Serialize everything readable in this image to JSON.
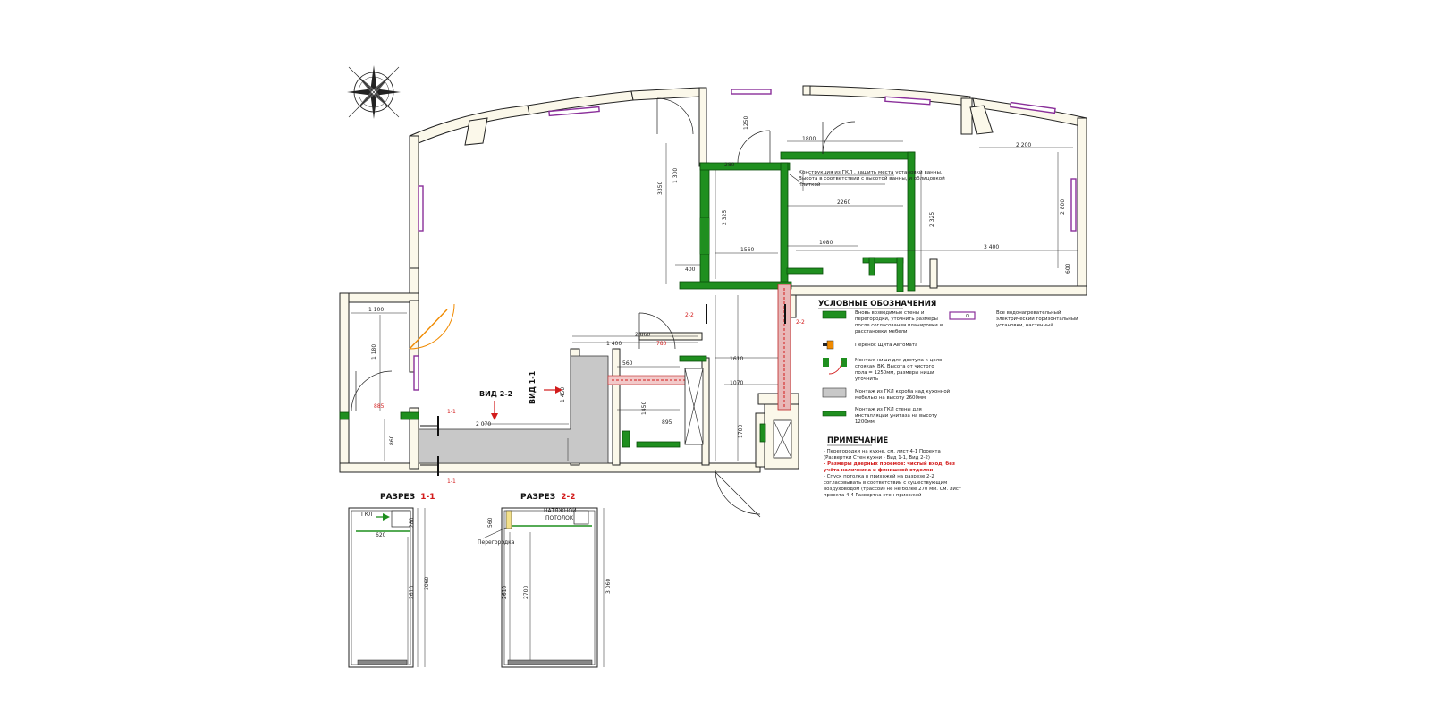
{
  "colors": {
    "new_wall": "#1f8f1f",
    "existing_wall": "#fbf8ea",
    "drywall_box": "#c8c8c8",
    "radiator": "#8a2f9a",
    "accent_red": "#d21b1b",
    "panel_orange": "#f08a00"
  },
  "compass": {
    "icon": "compass-rose-icon"
  },
  "labels": {
    "view_2_2": "ВИД 2-2",
    "view_1_1": "ВИД 1-1",
    "cut_1_1_top": "1-1",
    "cut_1_1_bottom": "1-1",
    "cut_2_2": "2-2",
    "cut_2_2_b": "2-2",
    "annotation": "Конструкция из ГКЛ , зашить места установки ванны. Высота в соответствии с высотой ванны, и облицовкой плиткой"
  },
  "dimensions": {
    "d1100": "1 100",
    "d1180": "1 180",
    "d885": "885",
    "d860": "860",
    "d1400": "1 400",
    "d2860": "2 860",
    "d780": "780",
    "d2200": "2 200",
    "d3400": "3 400",
    "d2800": "2 800",
    "d2325a": "2 325",
    "d2325b": "2 325",
    "d3350": "3350",
    "d1300": "1 300",
    "d1560": "1560",
    "d1080": "1080",
    "d2260": "2260",
    "d1800": "1800",
    "d1250": "1250",
    "d600": "600",
    "d400": "400",
    "d2070": "2 070",
    "d1450": "1 450",
    "d1610": "1610",
    "d1070": "1070",
    "d1700": "1700",
    "d3060a": "3060",
    "d3060b": "3 060",
    "d2700": "2700",
    "d2610a": "2610",
    "d2610b": "2610",
    "d620": "620",
    "d280": "280",
    "d560": "560",
    "d895": "895",
    "d1450b": "1450"
  },
  "legend": {
    "title": "УСЛОВНЫЕ ОБОЗНАЧЕНИЯ",
    "items": [
      {
        "icon": "new-wall-swatch-icon",
        "text_1": "Вновь возводимые стены и",
        "text_2": "перегородки, уточнить размеры",
        "text_3": "после согласования планировки и",
        "text_4": "расстановки мебели"
      },
      {
        "icon": "electric-panel-icon",
        "text_1": "Перенос Щита Автомата"
      },
      {
        "icon": "door-opening-icon",
        "text_1": "Монтаж ниши для доступа к цело-",
        "text_2": "стоякам ВК. Высота от чистого",
        "text_3": "пола = 1250мм, размеры ниши",
        "text_4": "уточнить"
      },
      {
        "icon": "drywall-box-swatch-icon",
        "text_1": "Монтаж из ГКЛ короба над кухонной",
        "text_2": "мебелью на высоту 2600мм"
      },
      {
        "icon": "low-wall-swatch-icon",
        "text_1": "Монтаж из ГКЛ стены для",
        "text_2": "инсталляции унитаза на высоту",
        "text_3": "1200мм"
      }
    ],
    "radiator": {
      "icon": "radiator-icon",
      "text_1": "Все водонагревательный",
      "text_2": "электрический горизонтальный",
      "text_3": "установки, настенный"
    }
  },
  "notes": {
    "title": "ПРИМЕЧАНИЕ",
    "line_1": "- Перегородки на кухне, см. лист 4-1 Проекта",
    "line_2": "(Развертки Стен кухни - Вид 1-1, Вид 2-2)",
    "line_3": "- Размеры дверных проемов: чистый вход, без",
    "line_4": "учёта наличника и финишной отделки",
    "line_5": "- Спуск потолка в прихожей на разрезе 2-2",
    "line_6": "согласовывать в соответствии с существующим",
    "line_7": "воздуховодом (трассой) не не более 270 мм. См. лист",
    "line_8": "проекта 4-4 Развертка стен прихожей"
  },
  "sections": {
    "s1_title": "РАЗРЕЗ",
    "s1_num": "1-1",
    "s2_title": "РАЗРЕЗ",
    "s2_num": "2-2",
    "gkl_label": "ГКЛ",
    "stretch_ceiling_1": "НАТЯЖНОЙ",
    "stretch_ceiling_2": "ПОТОЛОК",
    "partition_label": "Перегородка"
  }
}
